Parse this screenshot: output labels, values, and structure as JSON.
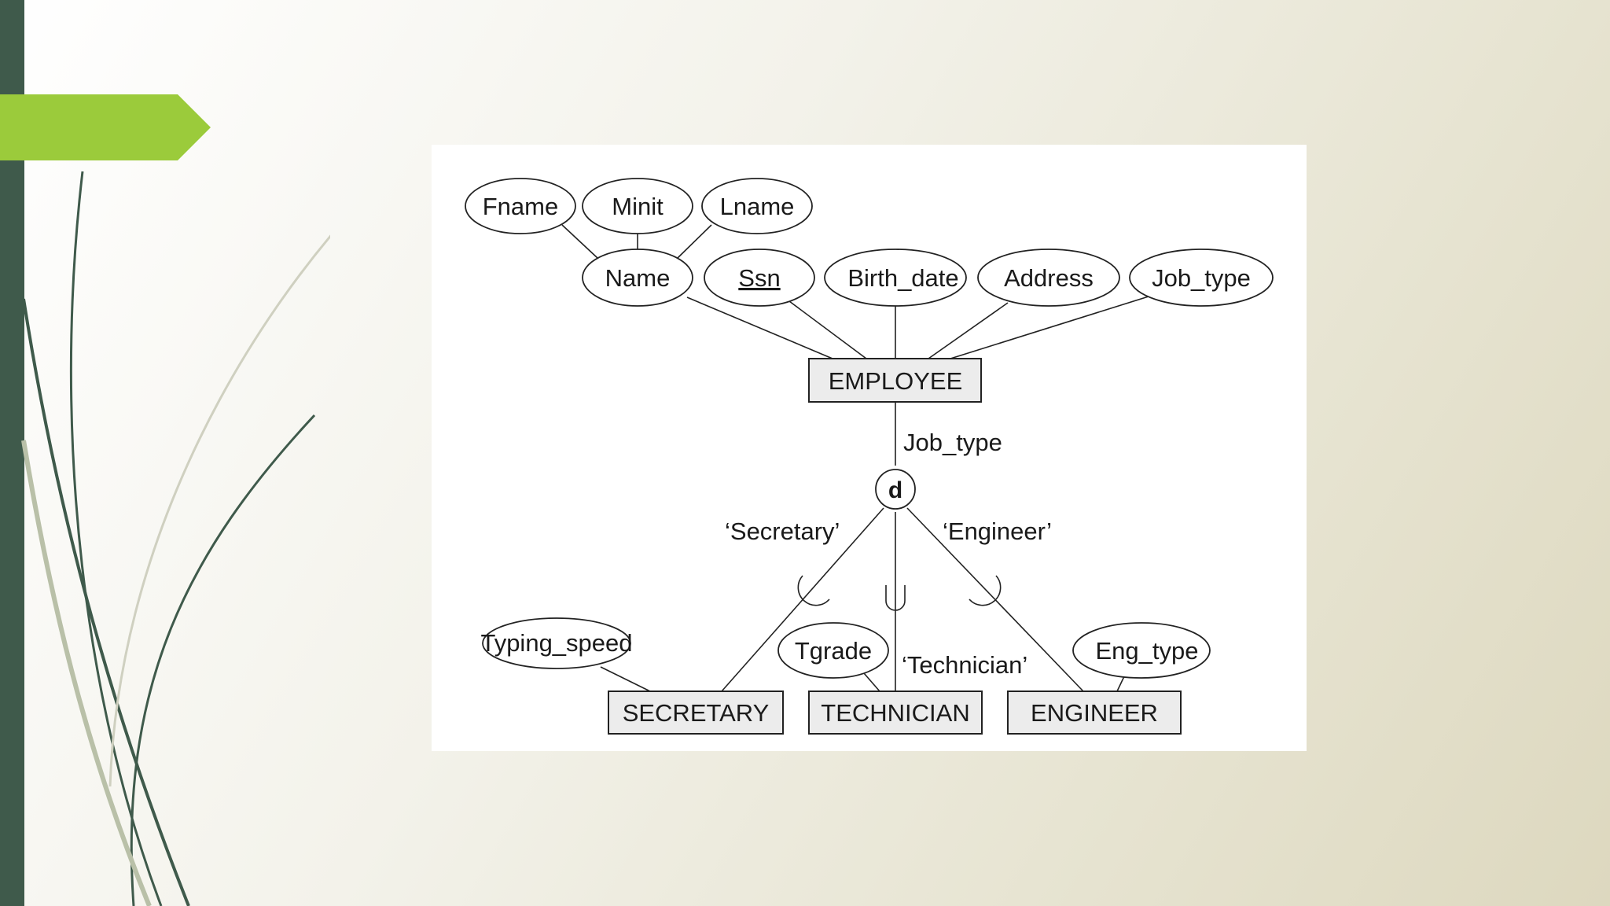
{
  "diagram": {
    "attributes": {
      "fname": "Fname",
      "minit": "Minit",
      "lname": "Lname",
      "name": "Name",
      "ssn": "Ssn",
      "birth_date": "Birth_date",
      "address": "Address",
      "job_type": "Job_type",
      "typing_speed": "Typing_speed",
      "tgrade": "Tgrade",
      "eng_type": "Eng_type"
    },
    "entities": {
      "employee": "EMPLOYEE",
      "secretary": "SECRETARY",
      "technician": "TECHNICIAN",
      "engineer": "ENGINEER"
    },
    "specialization": {
      "defining_attribute": "Job_type",
      "constraint": "d",
      "secretary_value": "‘Secretary’",
      "technician_value": "‘Technician’",
      "engineer_value": "‘Engineer’"
    }
  },
  "colors": {
    "left_bar": "#3f5a4b",
    "accent_tab": "#9bcb3b",
    "entity_fill": "#ececec"
  }
}
